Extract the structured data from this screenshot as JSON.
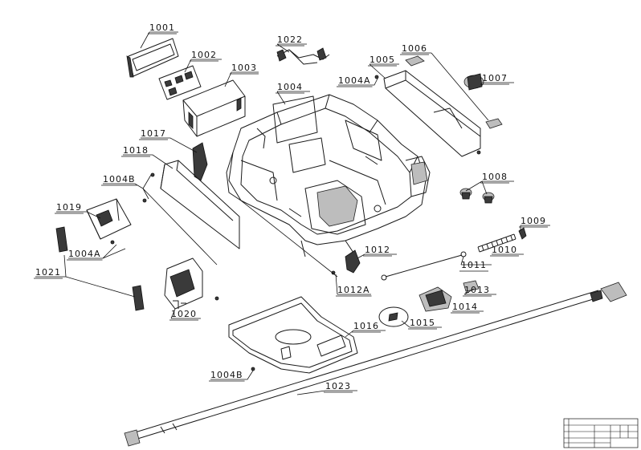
{
  "diagram": {
    "callouts": [
      {
        "id": "c1001",
        "label": "1001"
      },
      {
        "id": "c1002",
        "label": "1002"
      },
      {
        "id": "c1003",
        "label": "1003"
      },
      {
        "id": "c1004",
        "label": "1004"
      },
      {
        "id": "c1004A1",
        "label": "1004A"
      },
      {
        "id": "c1005",
        "label": "1005"
      },
      {
        "id": "c1006",
        "label": "1006"
      },
      {
        "id": "c1007",
        "label": "1007"
      },
      {
        "id": "c1008",
        "label": "1008"
      },
      {
        "id": "c1009",
        "label": "1009"
      },
      {
        "id": "c1010",
        "label": "1010"
      },
      {
        "id": "c1011",
        "label": "1011"
      },
      {
        "id": "c1012",
        "label": "1012"
      },
      {
        "id": "c1012A",
        "label": "1012A"
      },
      {
        "id": "c1013",
        "label": "1013"
      },
      {
        "id": "c1014",
        "label": "1014"
      },
      {
        "id": "c1015",
        "label": "1015"
      },
      {
        "id": "c1016",
        "label": "1016"
      },
      {
        "id": "c1017",
        "label": "1017"
      },
      {
        "id": "c1018",
        "label": "1018"
      },
      {
        "id": "c1004B1",
        "label": "1004B"
      },
      {
        "id": "c1019",
        "label": "1019"
      },
      {
        "id": "c1004A2",
        "label": "1004A"
      },
      {
        "id": "c1021",
        "label": "1021"
      },
      {
        "id": "c1020",
        "label": "1020"
      },
      {
        "id": "c1004B2",
        "label": "1004B"
      },
      {
        "id": "c1022",
        "label": "1022"
      },
      {
        "id": "c1023",
        "label": "1023"
      }
    ],
    "colors": {
      "line": "#1a1a1a",
      "background": "#ffffff"
    }
  }
}
